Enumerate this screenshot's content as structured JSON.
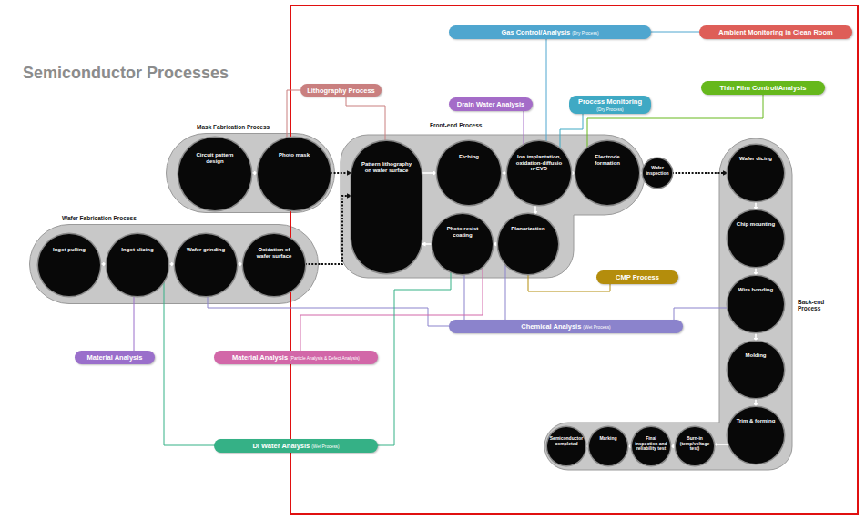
{
  "diagram": {
    "title": "Semiconductor Processes",
    "nodes": [
      {
        "text": [
          "Mask Fabrication Process"
        ]
      },
      {
        "text": [
          "Circuit pattern design"
        ],
        "in": 0
      },
      {
        "text": [
          "Photo mask"
        ],
        "in": 0
      },
      {
        "text": [
          "Wafer Fabrication Process"
        ]
      },
      {
        "text": [
          "Ingot pulling"
        ],
        "in": 3
      },
      {
        "text": [
          "Ingot slicing"
        ],
        "in": 3
      },
      {
        "text": [
          "Wafer grinding"
        ],
        "in": 3
      },
      {
        "text": [
          "Oxidation of wafer surface"
        ],
        "in": 3
      },
      {
        "text": [
          "Front-end Process"
        ]
      },
      {
        "text": [
          "Pattern lithography on wafer surface"
        ],
        "in": 8
      },
      {
        "text": [
          "Etching"
        ],
        "in": 8
      },
      {
        "text": [
          "Ion implantation, oxidation·diffusion·CVD"
        ],
        "in": 8
      },
      {
        "text": [
          "Electrode formation"
        ],
        "in": 8
      },
      {
        "text": [
          "Wafer inspection"
        ],
        "in": 8
      },
      {
        "text": [
          "Planarization"
        ],
        "in": 8
      },
      {
        "text": [
          "Photo resist coating"
        ],
        "in": 8
      },
      {
        "text": [
          "Back-end Process"
        ]
      },
      {
        "text": [
          "Wafer dicing"
        ],
        "in": 16
      },
      {
        "text": [
          "Chip mounting"
        ],
        "in": 16
      },
      {
        "text": [
          "Wire bonding"
        ],
        "in": 16
      },
      {
        "text": [
          "Molding"
        ],
        "in": 16
      },
      {
        "text": [
          "Trim & forming"
        ],
        "in": 16
      },
      {
        "text": [
          "Burn-in (temp/voltage test)"
        ],
        "in": 16
      },
      {
        "text": [
          "Final inspection and reliability test"
        ],
        "in": 16
      },
      {
        "text": [
          "Marking"
        ],
        "in": 16
      },
      {
        "text": [
          "Semiconductor completed"
        ],
        "in": 16
      },
      {
        "text": [
          "Gas Control/Analysis",
          "(Dry Process)"
        ]
      },
      {
        "text": [
          "Ambient Monitoring in Clean Room"
        ]
      },
      {
        "text": [
          "Thin Film Control/Analysis"
        ]
      },
      {
        "text": [
          "Lithography Process"
        ]
      },
      {
        "text": [
          "Drain Water Analysis"
        ]
      },
      {
        "text": [
          "Process Monitoring",
          "(Dry Process)"
        ]
      },
      {
        "text": [
          "CMP Process"
        ]
      },
      {
        "text": [
          "Chemical Analysis",
          "(Wet Process)"
        ]
      },
      {
        "text": [
          "Material Analysis"
        ]
      },
      {
        "text": [
          "Material Analysis",
          "(Particle Analysis & Defect Analysis)"
        ]
      },
      {
        "text": [
          "DI Water Analysis",
          "(Wet Process)"
        ]
      }
    ],
    "edges": [
      {
        "from": 1,
        "to": 2,
        "arrow": "to"
      },
      {
        "from": 2,
        "to": 9,
        "arrow": "to"
      },
      {
        "from": 4,
        "to": 5,
        "arrow": "to"
      },
      {
        "from": 5,
        "to": 6,
        "arrow": "to"
      },
      {
        "from": 6,
        "to": 7,
        "arrow": "to"
      },
      {
        "from": 7,
        "to": 9,
        "arrow": "to"
      },
      {
        "from": 9,
        "to": 10,
        "arrow": "to"
      },
      {
        "from": 10,
        "to": 11,
        "arrow": "to"
      },
      {
        "from": 11,
        "to": 12,
        "arrow": "to"
      },
      {
        "from": 12,
        "to": 13,
        "arrow": "to"
      },
      {
        "from": 11,
        "to": 14,
        "arrow": "to"
      },
      {
        "from": 14,
        "to": 15,
        "arrow": "to"
      },
      {
        "from": 15,
        "to": 9,
        "arrow": "to"
      },
      {
        "from": 13,
        "to": 17,
        "arrow": "to"
      },
      {
        "from": 17,
        "to": 18,
        "arrow": "to"
      },
      {
        "from": 18,
        "to": 19,
        "arrow": "to"
      },
      {
        "from": 19,
        "to": 20,
        "arrow": "to"
      },
      {
        "from": 20,
        "to": 21,
        "arrow": "to"
      },
      {
        "from": 21,
        "to": 22,
        "arrow": "to"
      },
      {
        "from": 22,
        "to": 23,
        "arrow": "to"
      },
      {
        "from": 23,
        "to": 24,
        "arrow": "to"
      },
      {
        "from": 24,
        "to": 25,
        "arrow": "to"
      },
      {
        "from": 26,
        "to": 27,
        "arrow": "none"
      },
      {
        "from": 26,
        "to": 11,
        "arrow": "none"
      },
      {
        "from": 28,
        "to": 12,
        "arrow": "none"
      },
      {
        "from": 29,
        "to": 2,
        "arrow": "none"
      },
      {
        "from": 29,
        "to": 9,
        "arrow": "none"
      },
      {
        "from": 30,
        "to": 11,
        "arrow": "none"
      },
      {
        "from": 31,
        "to": 11,
        "arrow": "none"
      },
      {
        "from": 32,
        "to": 14,
        "arrow": "none"
      },
      {
        "from": 33,
        "to": 15,
        "arrow": "none"
      },
      {
        "from": 33,
        "to": 14,
        "arrow": "none"
      },
      {
        "from": 33,
        "to": 19,
        "arrow": "none"
      },
      {
        "from": 33,
        "to": 6,
        "arrow": "none"
      },
      {
        "from": 34,
        "to": 5,
        "arrow": "none"
      },
      {
        "from": 35,
        "to": 15,
        "arrow": "none"
      },
      {
        "from": 36,
        "to": 5,
        "arrow": "none"
      },
      {
        "from": 36,
        "to": 15,
        "arrow": "none"
      }
    ]
  }
}
